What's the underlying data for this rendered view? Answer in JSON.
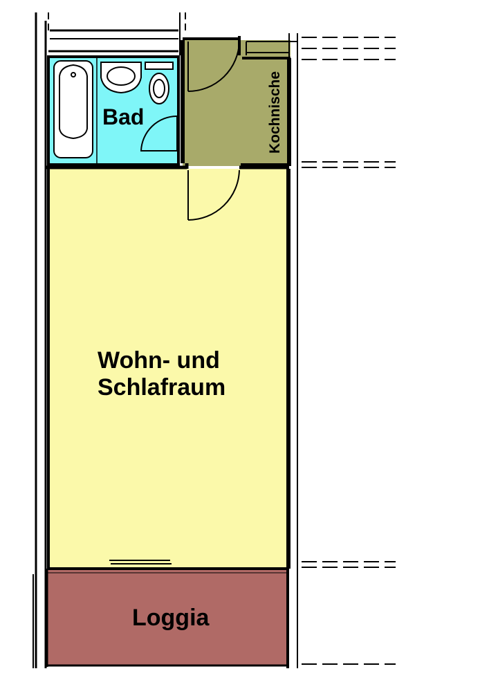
{
  "rooms": {
    "bath": {
      "label": "Bad",
      "color": "#7ff6f8"
    },
    "kitchenette": {
      "label": "Kochnische",
      "color": "#a8aa6a"
    },
    "living": {
      "line1": "Wohn- und",
      "line2": "Schlafraum",
      "color": "#fbf9aa"
    },
    "loggia": {
      "label": "Loggia",
      "color": "#b06a66"
    }
  },
  "colors": {
    "wall": "#000000",
    "background": "#ffffff"
  }
}
